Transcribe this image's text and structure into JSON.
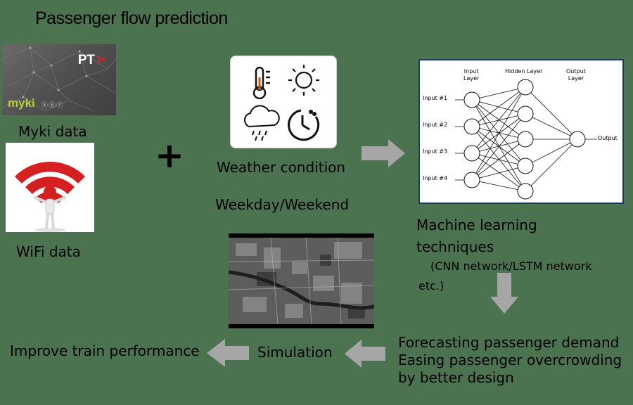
{
  "title": "Passenger flow prediction",
  "labels": {
    "myki": "Myki data",
    "wifi": "WiFi data",
    "weather": "Weather condition",
    "weekday": "Weekday/Weekend",
    "ml_line1": "Machine learning",
    "ml_line2": "techniques",
    "ml_line3": "(CNN network/LSTM network",
    "ml_line4": "etc.)",
    "forecast_line1": "Forecasting passenger demand",
    "forecast_line2": "Easing passenger overcrowding",
    "forecast_line3": "by better design",
    "simulation": "Simulation",
    "improve": "Improve train performance",
    "plus": "+"
  },
  "myki_card": {
    "brand": "PT",
    "logo": "myki",
    "icons": "ⓐⓑⓒ"
  },
  "nn": {
    "input_layer": [
      "Input",
      "Layer"
    ],
    "hidden_layer": "Hidden Layer",
    "output_layer": [
      "Output",
      "Layer"
    ],
    "inputs": [
      "Input #1",
      "Input #2",
      "Input #3",
      "Input #4"
    ],
    "output": "Output"
  },
  "icons": [
    "thermometer-icon",
    "sun-icon",
    "rain-cloud-icon",
    "clock-icon",
    "wifi-icon",
    "right-arrow-icon",
    "down-arrow-icon",
    "left-arrow-icon"
  ],
  "colors": {
    "background": "#4c7350",
    "arrow": "#a6a6a6",
    "wifi_red": "#d42020",
    "myki_green": "#b4d334",
    "nn_border": "#1d3a6a"
  }
}
